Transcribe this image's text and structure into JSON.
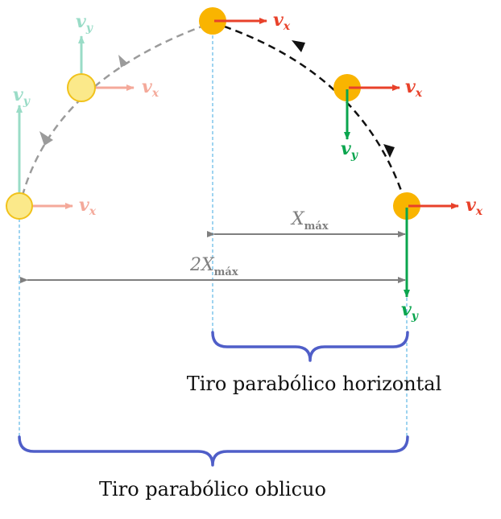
{
  "colors": {
    "vx": "#e8412a",
    "vx_faded": "#f4a99a",
    "vy": "#0aa54e",
    "vy_faded": "#9adcc7",
    "ball": "#f9b400",
    "ball_faded": "#fbe98a",
    "ball_faded_stroke": "#f1c21b",
    "path_solid": "#111111",
    "path_faded": "#9b9b9b",
    "guide": "#5fb7e6",
    "distance": "#7f7f7f",
    "brace": "#4f5ec8",
    "caption": "#111111"
  },
  "labels": {
    "vx": "v",
    "vx_sub": "x",
    "vy": "v",
    "vy_sub": "y",
    "xmax": "X",
    "xmax_sub": "máx",
    "two_xmax_coef": "2",
    "two_xmax": "X",
    "two_xmax_sub": "máx"
  },
  "captions": {
    "horizontal": "Tiro parabólico horizontal",
    "oblique": "Tiro parabólico oblicuo"
  }
}
